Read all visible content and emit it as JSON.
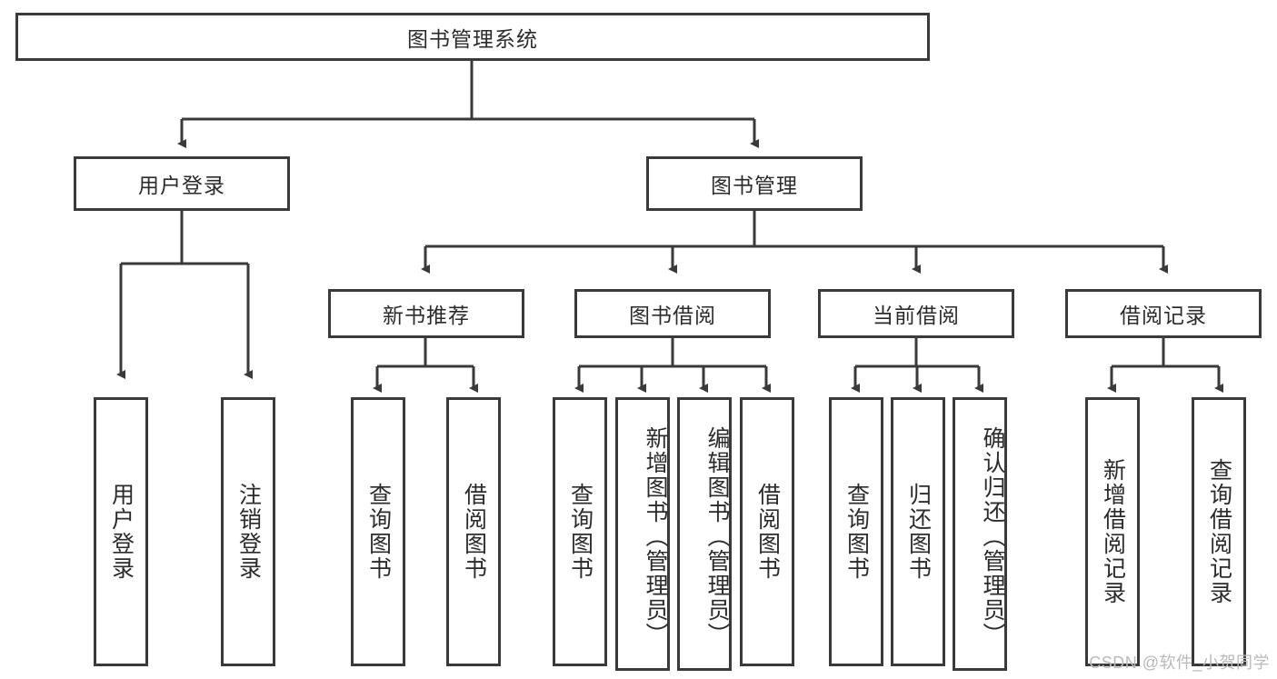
{
  "diagram": {
    "title": "图书管理系统",
    "type": "hierarchy-tree",
    "root": {
      "id": "root",
      "label": "图书管理系统",
      "orientation": "horizontal"
    },
    "level2": [
      {
        "id": "user-login",
        "label": "用户登录",
        "orientation": "horizontal"
      },
      {
        "id": "book-manage",
        "label": "图书管理",
        "orientation": "horizontal"
      }
    ],
    "level3": [
      {
        "id": "new-book-recommend",
        "label": "新书推荐",
        "orientation": "horizontal",
        "parent": "book-manage"
      },
      {
        "id": "book-borrow",
        "label": "图书借阅",
        "orientation": "horizontal",
        "parent": "book-manage"
      },
      {
        "id": "current-borrow",
        "label": "当前借阅",
        "orientation": "horizontal",
        "parent": "book-manage"
      },
      {
        "id": "borrow-record",
        "label": "借阅记录",
        "orientation": "horizontal",
        "parent": "book-manage"
      }
    ],
    "leaves": [
      {
        "id": "leaf-user-login",
        "label": "用户登录",
        "parent": "user-login",
        "orientation": "vertical"
      },
      {
        "id": "leaf-user-logout",
        "label": "注销登录",
        "parent": "user-login",
        "orientation": "vertical"
      },
      {
        "id": "leaf-query-book-1",
        "label": "查询图书",
        "parent": "new-book-recommend",
        "orientation": "vertical"
      },
      {
        "id": "leaf-borrow-book-1",
        "label": "借阅图书",
        "parent": "new-book-recommend",
        "orientation": "vertical"
      },
      {
        "id": "leaf-query-book-2",
        "label": "查询图书",
        "parent": "book-borrow",
        "orientation": "vertical"
      },
      {
        "id": "leaf-add-book",
        "label": "新增图书（管理员）",
        "parent": "book-borrow",
        "orientation": "vertical"
      },
      {
        "id": "leaf-edit-book",
        "label": "编辑图书（管理员）",
        "parent": "book-borrow",
        "orientation": "vertical"
      },
      {
        "id": "leaf-borrow-book-2",
        "label": "借阅图书",
        "parent": "book-borrow",
        "orientation": "vertical"
      },
      {
        "id": "leaf-query-book-3",
        "label": "查询图书",
        "parent": "current-borrow",
        "orientation": "vertical"
      },
      {
        "id": "leaf-return-book",
        "label": "归还图书",
        "parent": "current-borrow",
        "orientation": "vertical"
      },
      {
        "id": "leaf-confirm-return",
        "label": "确认归还（管理员）",
        "parent": "current-borrow",
        "orientation": "vertical"
      },
      {
        "id": "leaf-add-record",
        "label": "新增借阅记录",
        "parent": "borrow-record",
        "orientation": "vertical"
      },
      {
        "id": "leaf-query-record",
        "label": "查询借阅记录",
        "parent": "borrow-record",
        "orientation": "vertical"
      }
    ],
    "colors": {
      "border": "#3a3a3a",
      "text": "#2b2b2b",
      "background": "#ffffff",
      "edge": "#3a3a3a",
      "watermark": "#b9b9b9"
    }
  },
  "watermark": {
    "text": "CSDN @软件_小贺同学"
  }
}
